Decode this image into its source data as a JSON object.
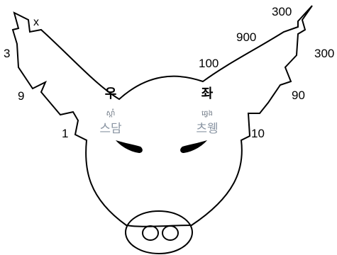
{
  "left_ear_numbers": {
    "top": "x",
    "upper": "3",
    "middle": "9",
    "lower": "1"
  },
  "right_ear_numbers": {
    "tip": "300",
    "outer": "300",
    "upper": "900",
    "inner": "100",
    "middle": "90",
    "lower": "10"
  },
  "left_label": {
    "main": "우",
    "small": "ស្តាំ",
    "sub": "스담"
  },
  "right_label": {
    "main": "좌",
    "small": "ឆ្វេង",
    "sub": "츠웽"
  },
  "colors": {
    "outline": "#000000",
    "sub_text": "#8a95a3",
    "small_text": "#707a86"
  }
}
